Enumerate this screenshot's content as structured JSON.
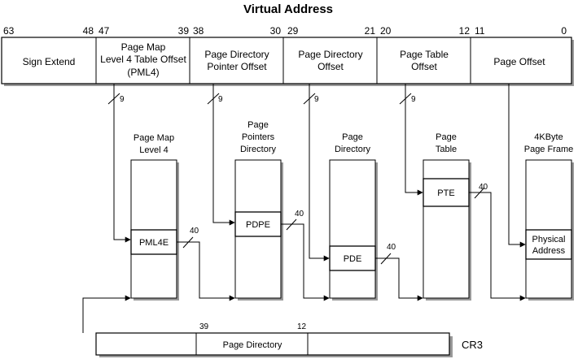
{
  "title": "Virtual Address",
  "bit_numbers": {
    "b63": "63",
    "b48": "48",
    "b47": "47",
    "b39": "39",
    "b38": "38",
    "b30": "30",
    "b29": "29",
    "b21": "21",
    "b20": "20",
    "b12": "12",
    "b11": "11",
    "b0": "0"
  },
  "fields": {
    "sign_extend": "Sign Extend",
    "pml4_offset": [
      "Page Map",
      "Level 4 Table Offset",
      "(PML4)"
    ],
    "pdp_offset": [
      "Page Directory",
      "Pointer Offset"
    ],
    "pd_offset": [
      "Page Directory",
      "Offset"
    ],
    "pt_offset": [
      "Page Table",
      "Offset"
    ],
    "page_offset": "Page Offset"
  },
  "widths": {
    "w9": "9",
    "w40": "40"
  },
  "tables": {
    "pml4": {
      "title": [
        "Page Map",
        "Level 4"
      ],
      "entry": "PML4E"
    },
    "pdp": {
      "title": [
        "Page",
        "Pointers",
        "Directory"
      ],
      "entry": "PDPE"
    },
    "pd": {
      "title": [
        "Page",
        "Directory"
      ],
      "entry": "PDE"
    },
    "pt": {
      "title": [
        "Page",
        "Table"
      ],
      "entry": "PTE"
    },
    "frame": {
      "title": [
        "4KByte",
        "Page Frame"
      ],
      "entry": [
        "Physical",
        "Address"
      ]
    }
  },
  "cr3": {
    "label": "CR3",
    "field": "Page Directory",
    "bit39": "39",
    "bit12": "12"
  },
  "colors": {
    "line": "#000000",
    "shadow": "#999999",
    "background": "#ffffff"
  }
}
